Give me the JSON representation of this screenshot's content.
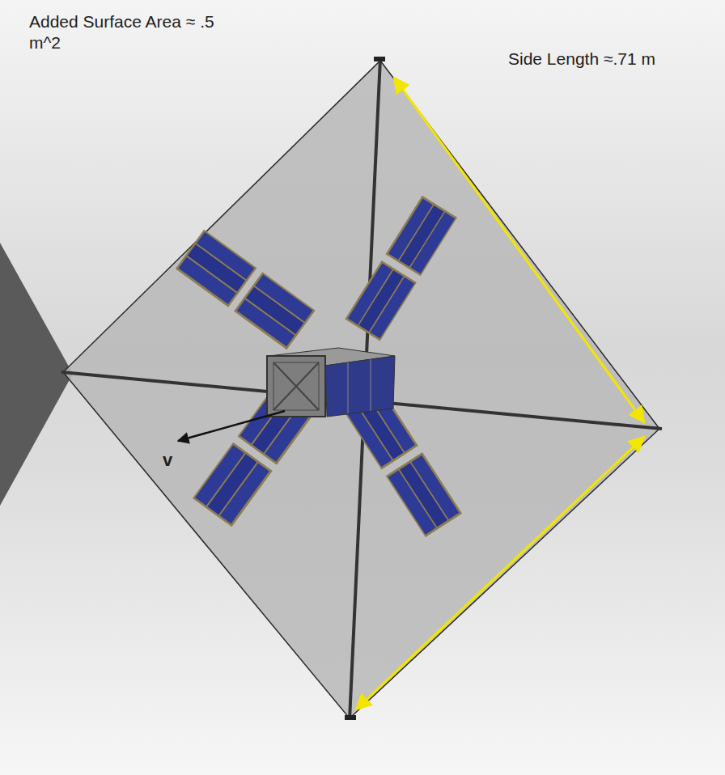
{
  "diagram": {
    "labels": [
      "Added Surface Area ≈ .5 m^2",
      "Side Length ≈.71 m",
      "v"
    ]
  }
}
